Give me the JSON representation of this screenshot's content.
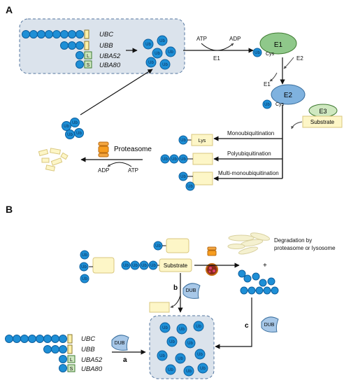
{
  "panels": {
    "a": "A",
    "b": "B"
  },
  "ub_label": "Ub",
  "genes": {
    "ubc": "UBC",
    "ubb": "UBB",
    "uba52": "UBA52",
    "uba80": "UBA80",
    "l_box": "L",
    "s_box": "S"
  },
  "panel_a": {
    "atp": "ATP",
    "adp": "ADP",
    "e1_arrow": "E1",
    "e1": "E1",
    "e2": "E2",
    "e3": "E3",
    "cys": "Cys",
    "e2_label": "E2",
    "e1_small": "E1",
    "substrate": "Substrate",
    "lys": "Lys",
    "mono": "Monoubiquitination",
    "poly": "Polyubiquitination",
    "multi": "Multi-monoubiquitination",
    "proteasome": "Proteasome",
    "adp2": "ADP",
    "atp2": "ATP"
  },
  "panel_b": {
    "substrate": "Substrate",
    "degradation_line1": "Degradation by",
    "degradation_line2": "proteasome or lysosome",
    "plus": "+",
    "dub": "DUB",
    "label_a": "a",
    "label_b": "b",
    "label_c": "c"
  },
  "colors": {
    "ub_blue": "#1e8fd6",
    "ub_stroke": "#0d5f9e",
    "pool_fill": "#dbe3ec",
    "pool_stroke": "#5577a0",
    "e1_green": "#8fc88a",
    "e2_blue": "#7fb2df",
    "substrate_fill": "#fdf6c7",
    "substrate_stroke": "#d9c77e",
    "dub_fill": "#a8c8e8"
  }
}
